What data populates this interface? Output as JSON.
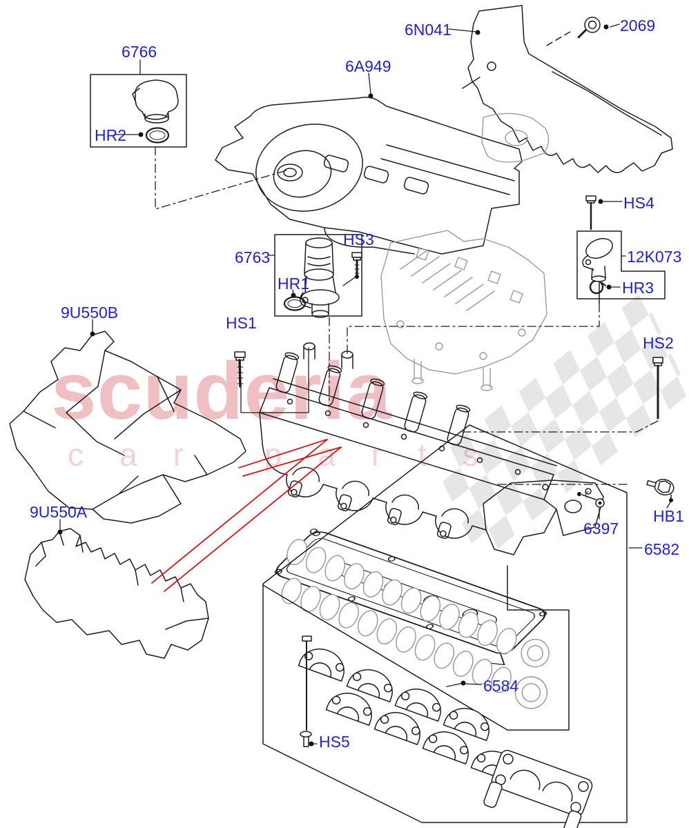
{
  "diagram": {
    "title_hint": "camshaft cover exploded parts diagram",
    "watermark": {
      "brand": "scuderia",
      "subtext": "car parts"
    },
    "colors": {
      "label_blue": "#1e1ee4",
      "line_black": "#1c1c1c",
      "pointer_red": "#e60008",
      "light_gray_part": "#9a9a9a",
      "watermark_pink": "#d6606a"
    },
    "labels": [
      {
        "id": "6766",
        "text": "6766"
      },
      {
        "id": "HR2",
        "text": "HR2"
      },
      {
        "id": "6A949",
        "text": "6A949"
      },
      {
        "id": "6N041",
        "text": "6N041"
      },
      {
        "id": "2069",
        "text": "2069"
      },
      {
        "id": "HS4",
        "text": "HS4"
      },
      {
        "id": "12K073",
        "text": "12K073"
      },
      {
        "id": "HR3",
        "text": "HR3"
      },
      {
        "id": "6763",
        "text": "6763"
      },
      {
        "id": "HS3",
        "text": "HS3"
      },
      {
        "id": "HR1",
        "text": "HR1"
      },
      {
        "id": "HS1",
        "text": "HS1"
      },
      {
        "id": "9U550B",
        "text": "9U550B"
      },
      {
        "id": "HS2",
        "text": "HS2"
      },
      {
        "id": "9U550A",
        "text": "9U550A"
      },
      {
        "id": "HB1",
        "text": "HB1"
      },
      {
        "id": "6397",
        "text": "6397"
      },
      {
        "id": "6582",
        "text": "6582"
      },
      {
        "id": "6584",
        "text": "6584"
      },
      {
        "id": "HS5",
        "text": "HS5"
      }
    ]
  }
}
